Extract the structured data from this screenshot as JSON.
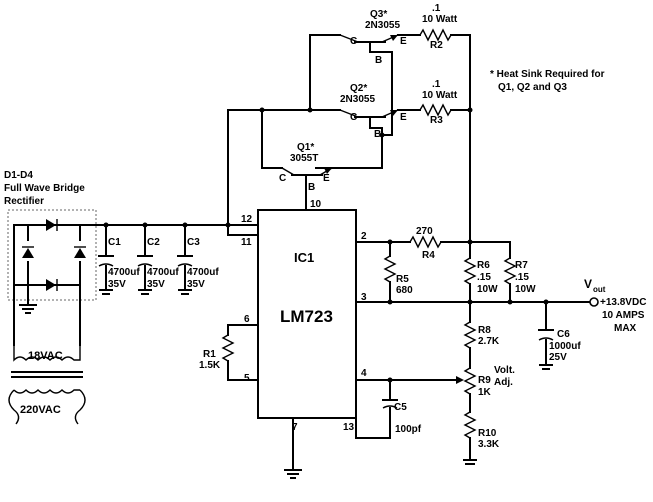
{
  "bridge": {
    "title_line1": "D1-D4",
    "title_line2": "Full Wave Bridge",
    "title_line3": "Rectifier"
  },
  "transformer": {
    "secondary": "18VAC",
    "primary": "220VAC"
  },
  "capacitors": [
    {
      "name": "C1",
      "value": "4700uf",
      "voltage": "35V"
    },
    {
      "name": "C2",
      "value": "4700uf",
      "voltage": "35V"
    },
    {
      "name": "C3",
      "value": "4700uf",
      "voltage": "35V"
    }
  ],
  "transistors": {
    "q3": {
      "name": "Q3*",
      "part": "2N3055"
    },
    "q2": {
      "name": "Q2*",
      "part": "2N3055"
    },
    "q1": {
      "name": "Q1*",
      "part": "3055T"
    },
    "pin_c": "C",
    "pin_b": "B",
    "pin_e": "E"
  },
  "resistors": {
    "r2": {
      "name": "R2",
      "value": ".1",
      "rating": "10 Watt"
    },
    "r3": {
      "name": "R3",
      "value": ".1",
      "rating": "10 Watt"
    },
    "r4": {
      "name": "R4",
      "value": "270"
    },
    "r5": {
      "name": "R5",
      "value": "680"
    },
    "r6": {
      "name": "R6",
      "value": ".15",
      "rating": "10W"
    },
    "r7": {
      "name": "R7",
      "value": ".15",
      "rating": "10W"
    },
    "r1": {
      "name": "R1",
      "value": "1.5K"
    },
    "r8": {
      "name": "R8",
      "value": "2.7K"
    },
    "r9": {
      "name": "R9",
      "value": "1K",
      "label1": "Volt.",
      "label2": "Adj."
    },
    "r10": {
      "name": "R10",
      "value": "3.3K"
    }
  },
  "note": {
    "line1": "* Heat Sink Required for",
    "line2": "Q1, Q2 and Q3"
  },
  "ic": {
    "name": "IC1",
    "part": "LM723",
    "pins": {
      "p12": "12",
      "p11": "11",
      "p10": "10",
      "p2": "2",
      "p3": "3",
      "p6": "6",
      "p5": "5",
      "p4": "4",
      "p7": "7",
      "p13": "13"
    }
  },
  "c5": {
    "name": "C5",
    "value": "100pf"
  },
  "c6": {
    "name": "C6",
    "value": "1000uf",
    "voltage": "25V"
  },
  "output": {
    "v": "V",
    "sub": "out",
    "value": "+13.8VDC",
    "current1": "10 AMPS",
    "current2": "MAX"
  }
}
